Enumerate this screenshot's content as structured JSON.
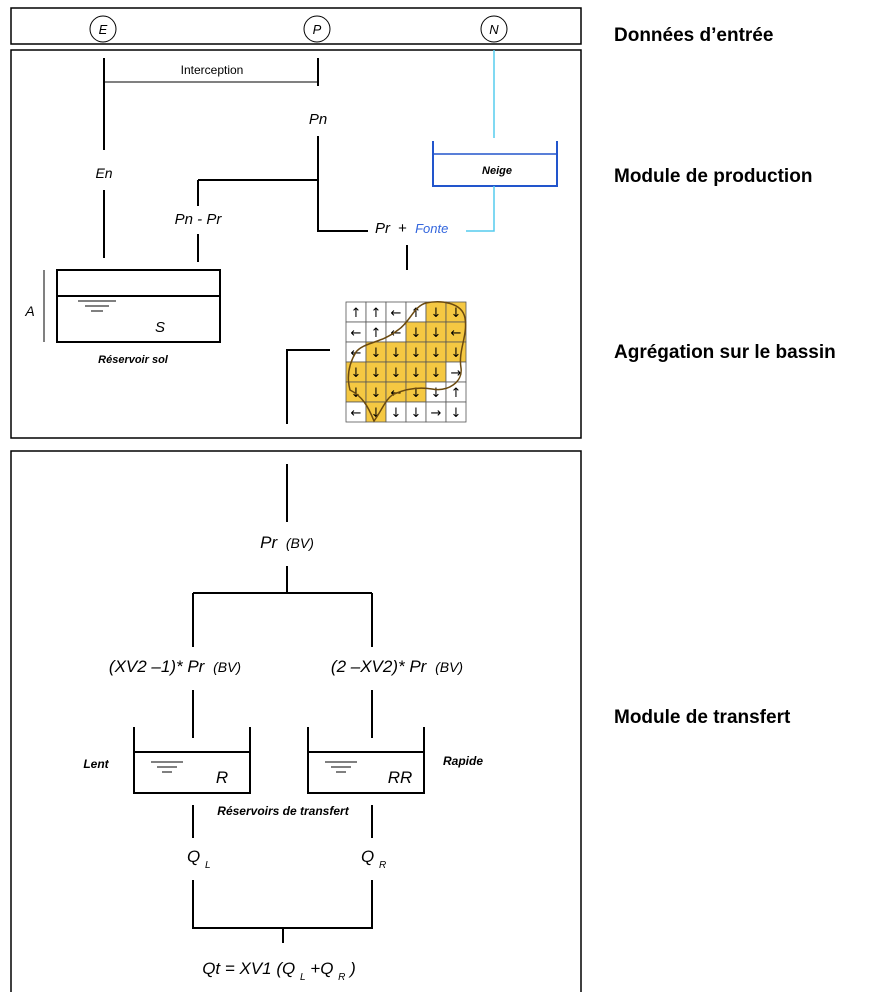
{
  "inputs": {
    "e": "E",
    "p": "P",
    "n": "N"
  },
  "side_labels": {
    "donnees": "Données d’entrée",
    "production": "Module de production",
    "agregation": "Agrégation sur le bassin",
    "transfert": "Module de transfert"
  },
  "production": {
    "interception": "Interception",
    "pn": "Pn",
    "en": "En",
    "pn_pr": "Pn - Pr",
    "pr": "Pr",
    "plus": "+",
    "fonte": "Fonte",
    "neige": "Neige",
    "a": "A",
    "s": "S",
    "reservoir_sol": "Réservoir sol"
  },
  "grid": {
    "arrows": [
      [
        "↑",
        "↑",
        "←",
        "↑",
        "↓",
        "↓"
      ],
      [
        "←",
        "↑",
        "←",
        "↓",
        "↓",
        "←"
      ],
      [
        "←",
        "↓",
        "↓",
        "↓",
        "↓",
        "↓"
      ],
      [
        "↓",
        "↓",
        "↓",
        "↓",
        "↓",
        "→"
      ],
      [
        "↓",
        "↓",
        "←",
        "↓",
        "↓",
        "↑"
      ],
      [
        "←",
        "↓",
        "↓",
        "↓",
        "→",
        "↓"
      ]
    ],
    "highlight": [
      [
        0,
        0,
        0,
        0,
        1,
        1
      ],
      [
        0,
        0,
        0,
        1,
        1,
        1
      ],
      [
        0,
        1,
        1,
        1,
        1,
        1
      ],
      [
        1,
        1,
        1,
        1,
        1,
        0
      ],
      [
        1,
        1,
        1,
        1,
        0,
        0
      ],
      [
        0,
        1,
        0,
        0,
        0,
        0
      ]
    ],
    "highlight_color": "#f5c842"
  },
  "transfer": {
    "pr": "Pr",
    "bv": "(BV)",
    "left_formula": "(XV2 –1)* Pr",
    "right_formula": "(2 –XV2)* Pr",
    "lent": "Lent",
    "rapide": "Rapide",
    "r": "R",
    "rr": "RR",
    "reservoirs": "Réservoirs de transfert",
    "q": "Q",
    "l": "L",
    "rsub": "R",
    "qt_prefix": "Qt = XV1 (Q",
    "plus_q": "+Q",
    "close": ")"
  },
  "colors": {
    "snow": "#2255cc",
    "fonte": "#3366dd",
    "snow_line": "#55ccee"
  }
}
